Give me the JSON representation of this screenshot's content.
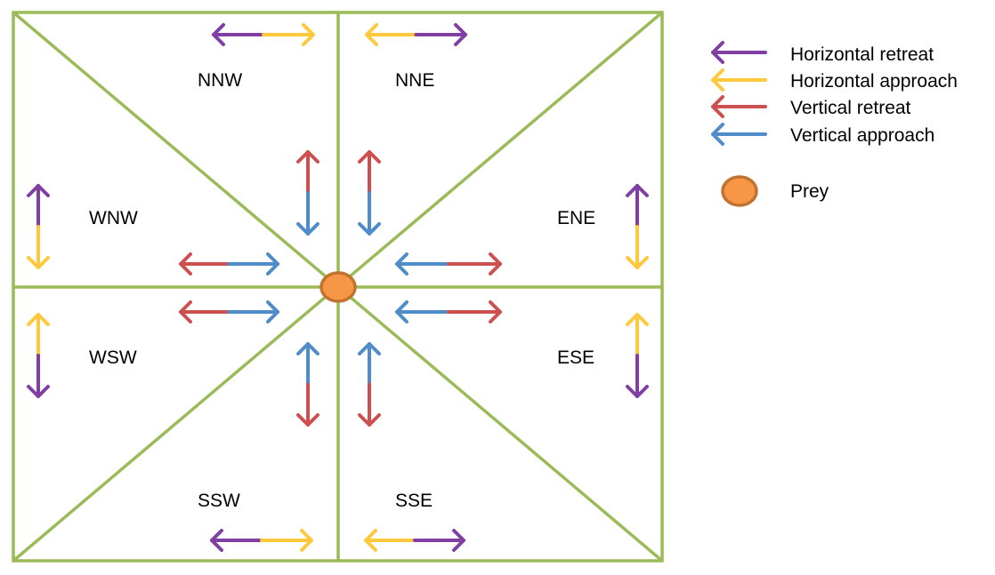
{
  "colors": {
    "grid": "#9BBB59",
    "horizontal_retreat": "#7F3FA3",
    "horizontal_approach": "#FFC83D",
    "vertical_retreat": "#CD5050",
    "vertical_approach": "#4F8CC9",
    "prey_fill": "#F79646",
    "prey_stroke": "#C0722E"
  },
  "sectors": {
    "nnw": "NNW",
    "nne": "NNE",
    "wnw": "WNW",
    "ene": "ENE",
    "wsw": "WSW",
    "ese": "ESE",
    "ssw": "SSW",
    "sse": "SSE"
  },
  "legend": {
    "horizontal_retreat": "Horizontal retreat",
    "horizontal_approach": "Horizontal approach",
    "vertical_retreat": "Vertical retreat",
    "vertical_approach": "Vertical approach",
    "prey": "Prey"
  }
}
